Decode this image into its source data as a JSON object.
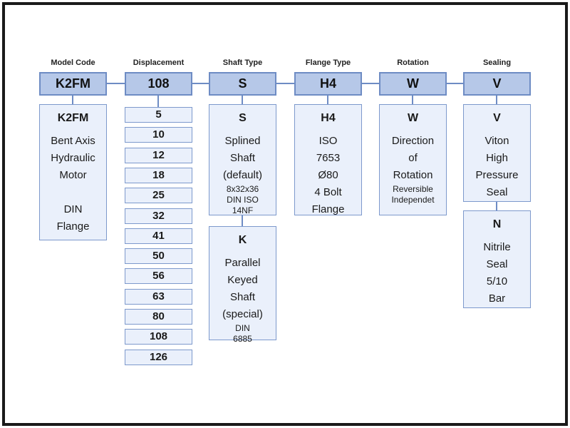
{
  "colors": {
    "header_fill": "#b6c8e8",
    "header_border": "#6e8cc4",
    "detail_fill": "#eaf0fb",
    "detail_border": "#7d99cc",
    "line": "#6e8cc4",
    "text": "#1a1a1a",
    "frame": "#1a1a1a"
  },
  "columns": {
    "model_code": {
      "label": "Model Code",
      "selected": "K2FM",
      "detail": {
        "title": "K2FM",
        "body": "Bent Axis\nHydraulic\nMotor\n\nDIN\nFlange"
      }
    },
    "displacement": {
      "label": "Displacement",
      "selected": "108",
      "options": [
        "5",
        "10",
        "12",
        "18",
        "25",
        "32",
        "41",
        "50",
        "56",
        "63",
        "80",
        "108",
        "126"
      ]
    },
    "shaft_type": {
      "label": "Shaft Type",
      "selected": "S",
      "detail_s": {
        "title": "S",
        "body": "Splined\nShaft\n(default)",
        "note": "8x32x36\nDIN ISO\n14NF"
      },
      "detail_k": {
        "title": "K",
        "body": "Parallel\nKeyed\nShaft\n(special)",
        "note": "DIN\n6885"
      }
    },
    "flange_type": {
      "label": "Flange Type",
      "selected": "H4",
      "detail": {
        "title": "H4",
        "body": "ISO\n7653\nØ80\n4 Bolt\nFlange"
      }
    },
    "rotation": {
      "label": "Rotation",
      "selected": "W",
      "detail": {
        "title": "W",
        "body": "Direction\nof\nRotation",
        "note": "Reversible\nIndependet"
      }
    },
    "sealing": {
      "label": "Sealing",
      "selected": "V",
      "detail_v": {
        "title": "V",
        "body": "Viton\nHigh\nPressure\nSeal"
      },
      "detail_n": {
        "title": "N",
        "body": "Nitrile\nSeal\n5/10\nBar"
      }
    }
  }
}
